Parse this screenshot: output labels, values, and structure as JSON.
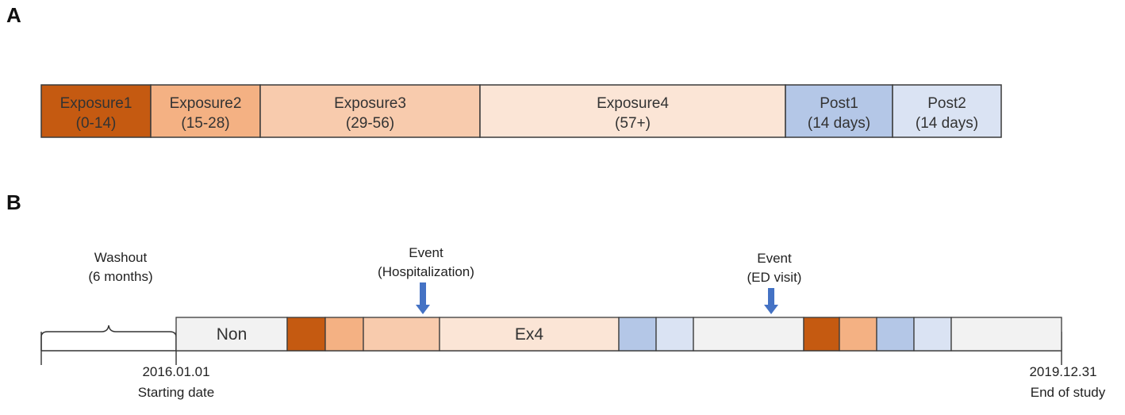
{
  "panelA": {
    "label": "A",
    "segments": [
      {
        "line1": "Exposure1",
        "line2": "(0-14)",
        "color": "#c55a11"
      },
      {
        "line1": "Exposure2",
        "line2": "(15-28)",
        "color": "#f4b183"
      },
      {
        "line1": "Exposure3",
        "line2": "(29-56)",
        "color": "#f8cbad"
      },
      {
        "line1": "Exposure4",
        "line2": "(57+)",
        "color": "#fbe5d6"
      },
      {
        "line1": "Post1",
        "line2": "(14 days)",
        "color": "#b4c7e7"
      },
      {
        "line1": "Post2",
        "line2": "(14 days)",
        "color": "#dae3f3"
      }
    ]
  },
  "panelB": {
    "label": "B",
    "washout": {
      "line1": "Washout",
      "line2": "(6 months)"
    },
    "start": {
      "date": "2016.01.01",
      "caption": "Starting date"
    },
    "end": {
      "date": "2019.12.31",
      "caption": "End of study"
    },
    "events": [
      {
        "line1": "Event",
        "line2": "(Hospitalization)"
      },
      {
        "line1": "Event",
        "line2": "(ED visit)"
      }
    ],
    "segments": [
      {
        "text": "Non",
        "color": "#f2f2f2"
      },
      {
        "text": "",
        "color": "#c55a11"
      },
      {
        "text": "",
        "color": "#f4b183"
      },
      {
        "text": "",
        "color": "#f8cbad"
      },
      {
        "text": "Ex4",
        "color": "#fbe5d6"
      },
      {
        "text": "",
        "color": "#b4c7e7"
      },
      {
        "text": "",
        "color": "#dae3f3"
      },
      {
        "text": "",
        "color": "#f2f2f2"
      },
      {
        "text": "",
        "color": "#c55a11"
      },
      {
        "text": "",
        "color": "#f4b183"
      },
      {
        "text": "",
        "color": "#b4c7e7"
      },
      {
        "text": "",
        "color": "#dae3f3"
      },
      {
        "text": "",
        "color": "#f2f2f2"
      }
    ],
    "arrow_color": "#4472c4"
  }
}
